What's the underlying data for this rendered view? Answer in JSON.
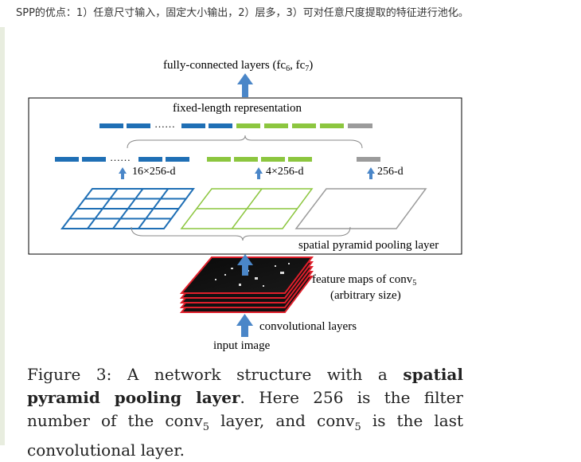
{
  "note": {
    "text": "SPP的优点：1）任意尺寸输入，固定大小输出，2）层多，3）可对任意尺度提取的特征进行池化。"
  },
  "diagram": {
    "fc_label": "fully-connected layers (fc",
    "fc6_sub": "6",
    "fc_sep": ", fc",
    "fc7_sub": "7",
    "fc_close": ")",
    "fixed_length_label": "fixed-length representation",
    "dots": "……",
    "bin16_label": "16×256-d",
    "bin4_label": "4×256-d",
    "bin1_label": "256-d",
    "spp_label": "spatial pyramid pooling layer",
    "feature_maps_label_prefix": "feature maps of conv",
    "feature_maps_sub": "5",
    "arbitrary_size_label": "(arbitrary size)",
    "conv_layers_label": "convolutional layers",
    "input_label": "input image",
    "colors": {
      "blue": "#1f6fb5",
      "green": "#8cc63f",
      "gray": "#9b9b9b",
      "arrow": "#4a86c8",
      "feature_border": "#e01f2b"
    }
  },
  "caption": {
    "prefix": "Figure 3: A network structure with a ",
    "bold1": "spatial pyramid pooling layer",
    "mid": ". Here 256 is the filter number of the conv",
    "sub1": "5",
    "mid2": " layer, and conv",
    "sub2": "5",
    "suffix": " is the last convolutional layer."
  }
}
